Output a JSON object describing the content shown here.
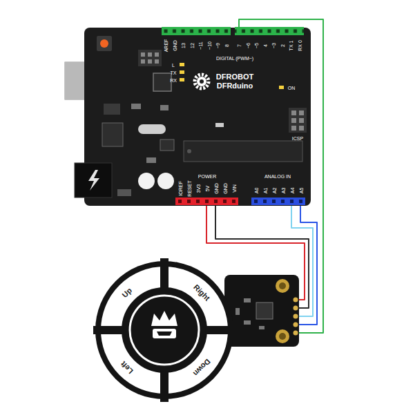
{
  "diagram": {
    "nodes": [
      {
        "text": [
          "DFROBOT DFRduino"
        ]
      },
      {
        "text": [
          "Up",
          "Right",
          "Down",
          "Left"
        ]
      }
    ],
    "edges": [
      {
        "from": 0,
        "to": 1,
        "arrow": "none"
      },
      {
        "from": 0,
        "to": 1,
        "arrow": "none"
      },
      {
        "from": 0,
        "to": 1,
        "arrow": "none"
      },
      {
        "from": 0,
        "to": 1,
        "arrow": "none"
      },
      {
        "from": 0,
        "to": 1,
        "arrow": "none"
      }
    ],
    "labels": [
      "AREF",
      "GND",
      "13",
      "12",
      "~11",
      "~10",
      "~9",
      "8",
      "7",
      "~6",
      "~5",
      "4",
      "~3",
      "2",
      "TX 1",
      "RX 0",
      "DIGITAL (PWM~)",
      "L",
      "TX",
      "RX",
      "ON",
      "ICSP",
      "IOREF",
      "RESET",
      "3V3",
      "5V",
      "GND",
      "GND",
      "VIN",
      "POWER",
      "ANALOG IN",
      "A0",
      "A1",
      "A2",
      "A3",
      "A4",
      "A5"
    ]
  }
}
